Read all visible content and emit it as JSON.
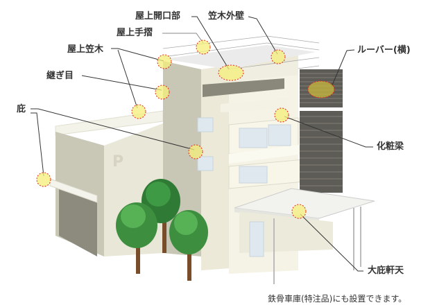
{
  "labels": {
    "roof_opening": "屋上開口部",
    "coping_wall": "笠木外壁",
    "roof_handrail": "屋上手摺",
    "roof_coping": "屋上笠木",
    "louver": "ルーバー(横)",
    "joint": "継ぎ目",
    "eaves": "庇",
    "decorative_beam": "化粧梁",
    "large_eaves_soffit": "大庇軒天"
  },
  "footnote": "鉄骨車庫(特注品)にも設置できます。",
  "colors": {
    "highlight_fill": "#f5ef7a",
    "highlight_stroke": "#e8201a",
    "wall": "#e6e3d2",
    "wall_shade": "#c8c6b5"
  }
}
